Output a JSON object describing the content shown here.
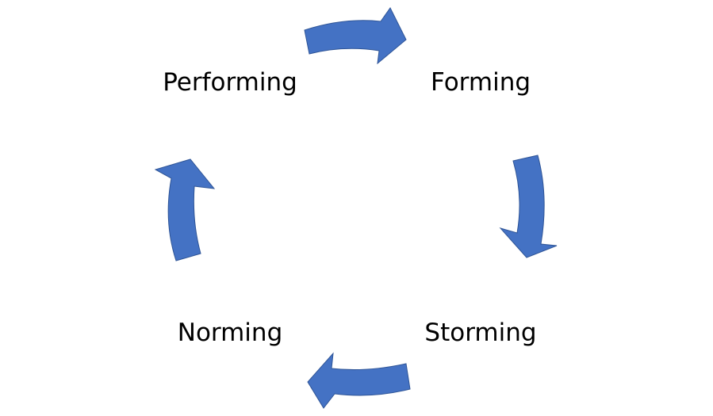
{
  "diagram": {
    "type": "cycle",
    "stages": [
      {
        "label": "Forming"
      },
      {
        "label": "Storming"
      },
      {
        "label": "Norming"
      },
      {
        "label": "Performing"
      }
    ],
    "arrow_color": "#4472C4",
    "arrow_stroke_color": "#2F5597",
    "text_color": "#000000"
  }
}
